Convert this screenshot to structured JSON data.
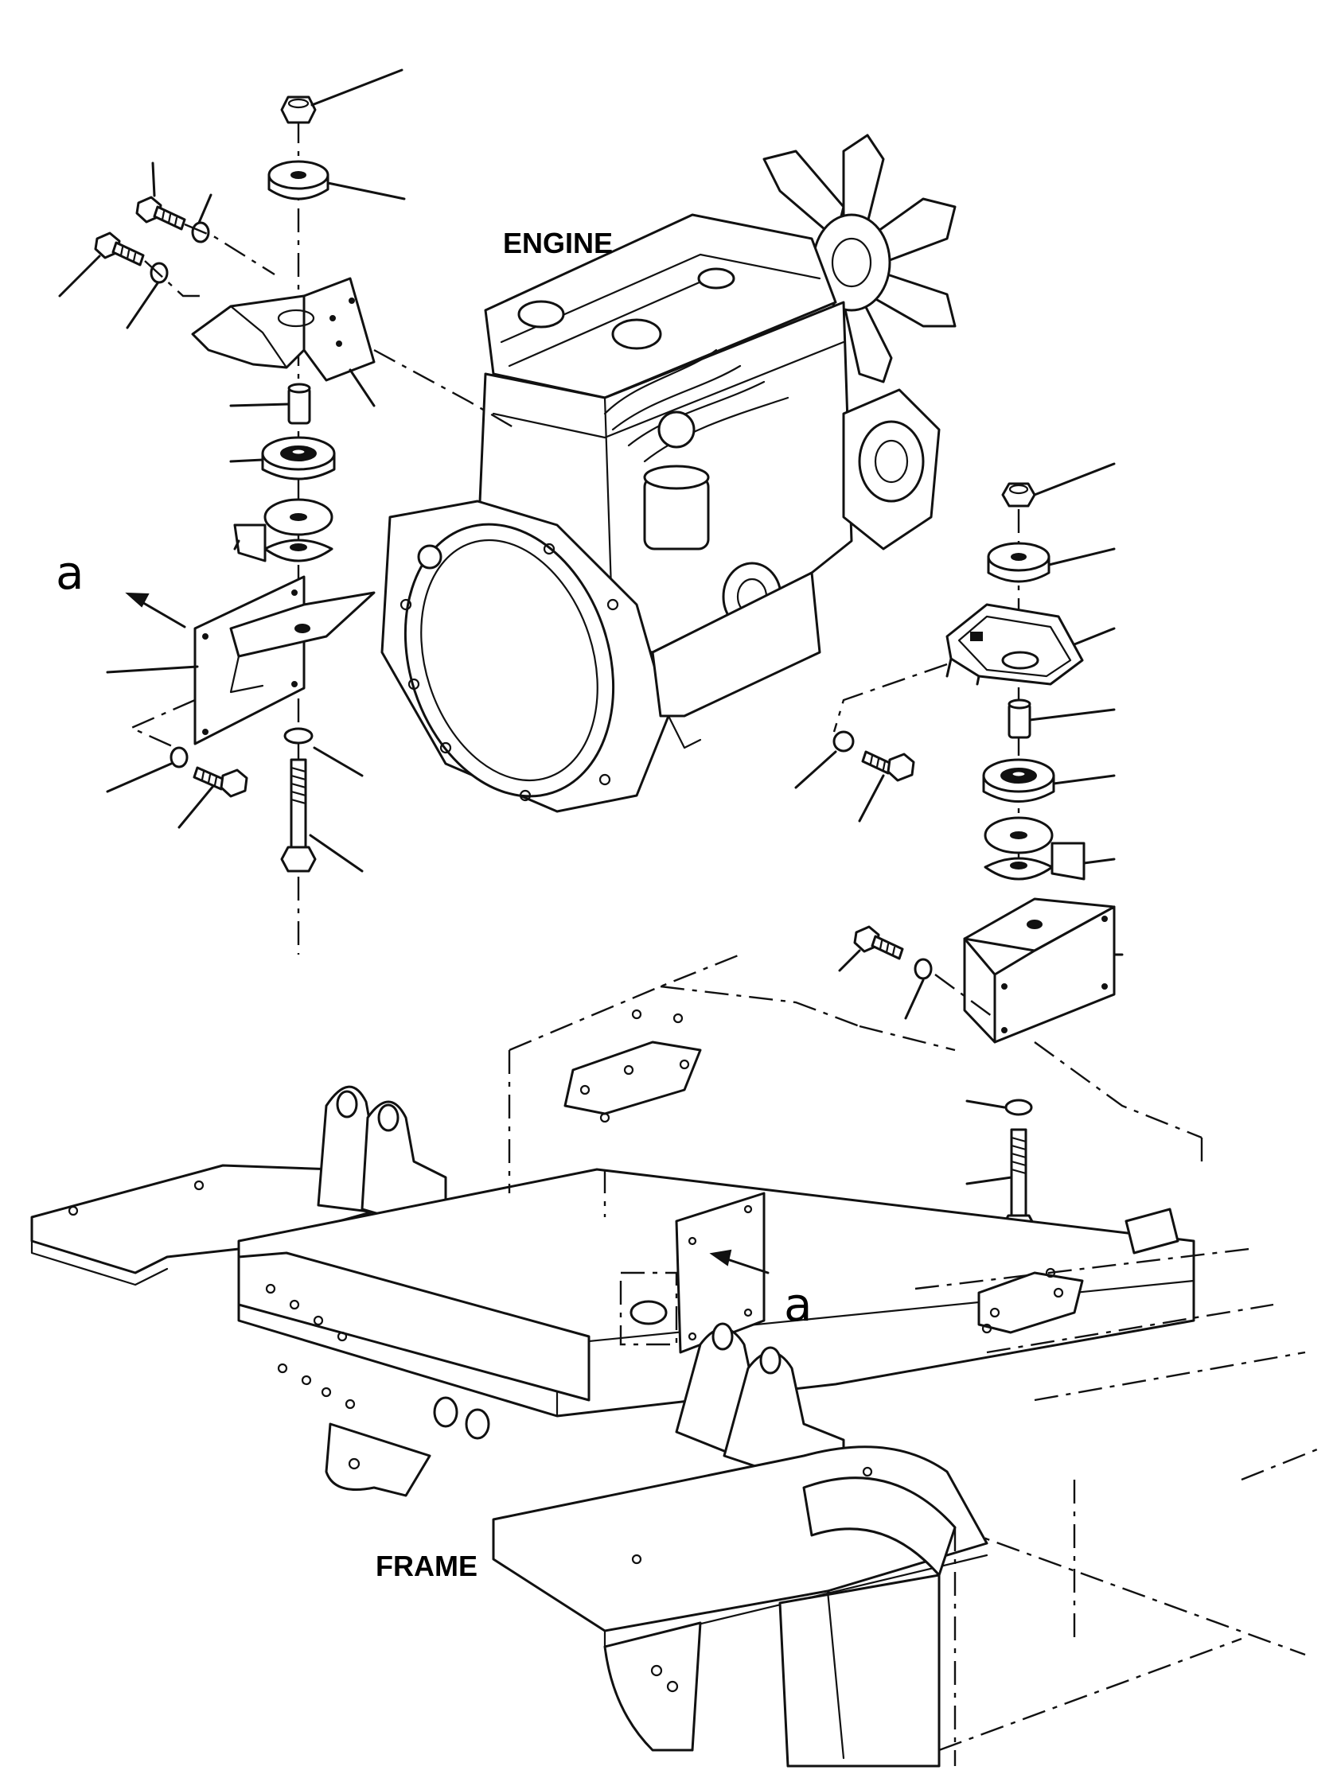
{
  "labels": {
    "engine": "ENGINE",
    "frame": "FRAME",
    "view_left": "a",
    "view_frame": "a"
  }
}
